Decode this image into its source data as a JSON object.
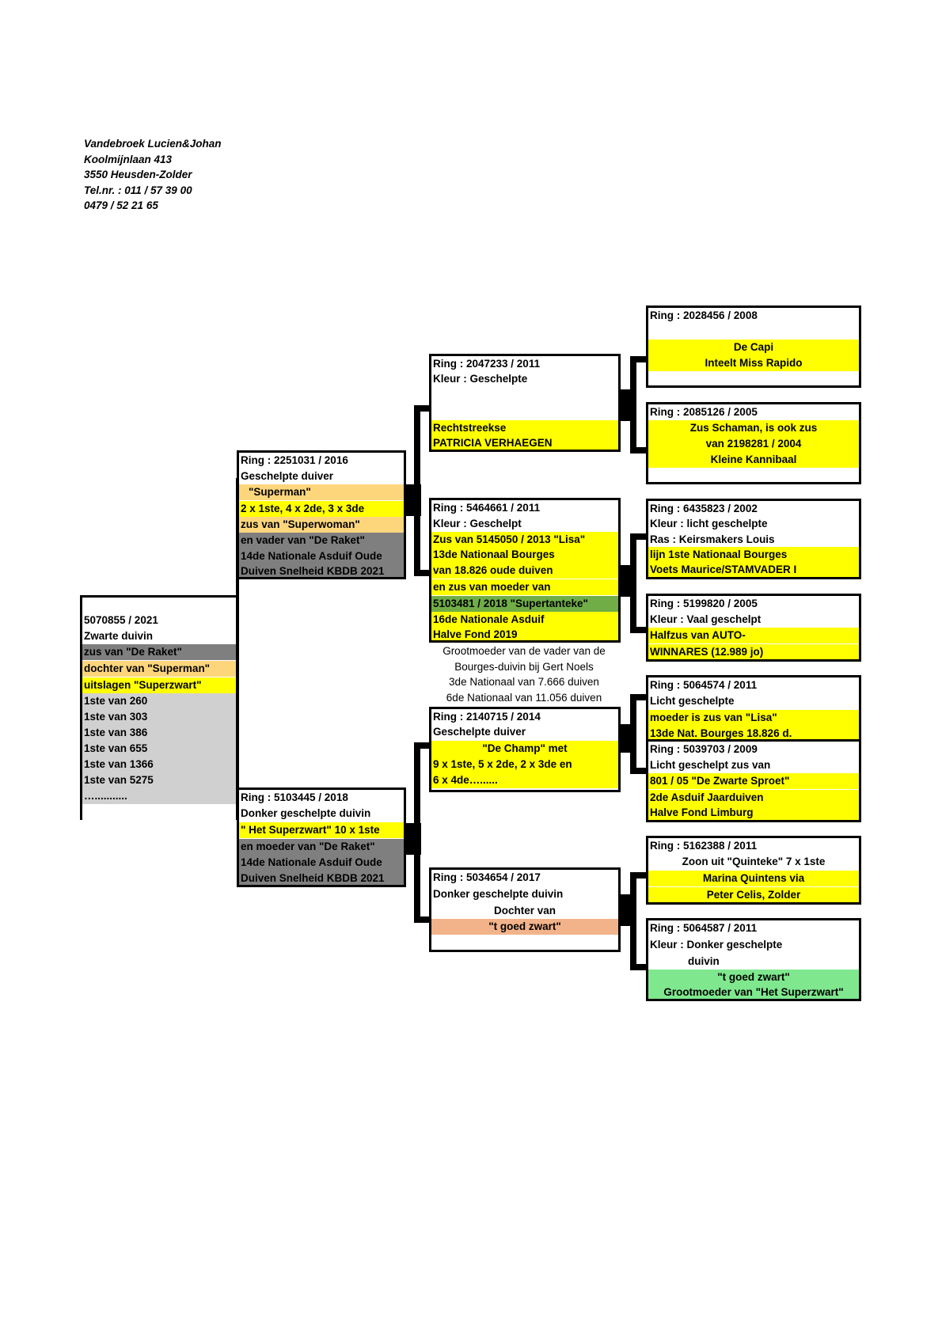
{
  "header": {
    "lines": [
      "Vandebroek Lucien&Johan",
      "Koolmijnlaan 413",
      "3550 Heusden-Zolder",
      "Tel.nr. : 011 / 57 39 00",
      "0479 / 52 21 65"
    ]
  },
  "colors": {
    "yellow": "#ffff00",
    "orange": "#fdd67c",
    "gray": "#7f7f7f",
    "light_gray": "#d0d0d0",
    "dark_green": "#70ad47",
    "green": "#7fe88e",
    "salmon": "#f2b38b"
  },
  "subject": {
    "lines": [
      "5070855 / 2021",
      "Zwarte duivin",
      "zus van \"De Raket\"",
      "dochter van \"Superman\"",
      "uitslagen \"Superzwart\"",
      "1ste van 260",
      "1ste van 303",
      "1ste van 386",
      "1ste van 655",
      "1ste van 1366",
      "1ste van 5275",
      "…..........."
    ]
  },
  "father": {
    "lines": [
      "Ring : 2251031 / 2016",
      "Geschelpte duiver",
      "\"Superman\"",
      "2 x 1ste, 4 x 2de, 3 x 3de",
      "zus van \"Superwoman\"",
      "en vader van \"De Raket\"",
      "14de Nationale Asduif Oude",
      "Duiven Snelheid KBDB 2021"
    ]
  },
  "mother": {
    "lines": [
      "Ring : 5103445 / 2018",
      "Donker geschelpte duivin",
      "\" Het Superzwart\" 10 x 1ste",
      "en moeder van \"De Raket\"",
      "14de Nationale Asduif Oude",
      "Duiven Snelheid KBDB 2021"
    ]
  },
  "ff": {
    "lines": [
      "Ring : 2047233 / 2011",
      "Kleur : Geschelpte",
      "Rechtstreekse",
      "PATRICIA VERHAEGEN"
    ]
  },
  "fm": {
    "lines": [
      "Ring : 5464661 / 2011",
      "Kleur : Geschelpt",
      "Zus van 5145050 / 2013 \"Lisa\"",
      "13de Nationaal Bourges",
      "van  18.826 oude duiven",
      "en zus van moeder van",
      "5103481 / 2018 \"Supertanteke\"",
      "16de Nationale Asduif",
      "Halve Fond 2019"
    ]
  },
  "fm_note": {
    "lines": [
      "Grootmoeder van de vader van de",
      "Bourges-duivin bij Gert Noels",
      "3de Nationaal van 7.666 duiven",
      "6de Nationaal van 11.056 duiven"
    ]
  },
  "mf": {
    "lines": [
      "Ring : 2140715 / 2014",
      "Geschelpte duiver",
      "\"De Champ\" met",
      "9 x 1ste, 5 x 2de, 2 x 3de en",
      "6 x 4de…......"
    ]
  },
  "mm": {
    "lines": [
      "Ring : 5034654 / 2017",
      "Donker geschelpte duivin",
      "Dochter van",
      "\"t goed zwart\""
    ]
  },
  "fff": {
    "lines": [
      "Ring : 2028456 / 2008",
      "De Capi",
      "Inteelt Miss Rapido"
    ]
  },
  "ffm": {
    "lines": [
      "Ring : 2085126 / 2005",
      "Zus Schaman, is ook zus",
      "van  2198281 / 2004",
      "Kleine Kannibaal"
    ]
  },
  "fmf": {
    "lines": [
      "Ring : 6435823 / 2002",
      "Kleur : licht geschelpte",
      "Ras : Keirsmakers Louis",
      "lijn 1ste Nationaal Bourges",
      "Voets Maurice/STAMVADER I"
    ]
  },
  "fmm": {
    "lines": [
      "Ring :  5199820 / 2005",
      "Kleur : Vaal geschelpt",
      "Halfzus van AUTO-",
      "WINNARES (12.989 jo)"
    ]
  },
  "mff": {
    "lines": [
      "Ring : 5064574 / 2011",
      "Licht geschelpte",
      "moeder is zus van \"Lisa\"",
      "13de Nat. Bourges 18.826 d."
    ]
  },
  "mfm": {
    "lines": [
      "Ring : 5039703 / 2009",
      "Licht geschelpt zus van",
      "801 / 05 \"De Zwarte Sproet\"",
      "2de Asduif Jaarduiven",
      "Halve Fond Limburg"
    ]
  },
  "mmf": {
    "lines": [
      "Ring : 5162388 / 2011",
      "Zoon uit \"Quinteke\" 7 x 1ste",
      "Marina Quintens via",
      "Peter Celis, Zolder"
    ]
  },
  "mmm": {
    "lines": [
      "Ring : 5064587 / 2011",
      "Kleur : Donker geschelpte",
      "duivin",
      "\"t goed zwart\"",
      "Grootmoeder van \"Het Superzwart\""
    ]
  }
}
